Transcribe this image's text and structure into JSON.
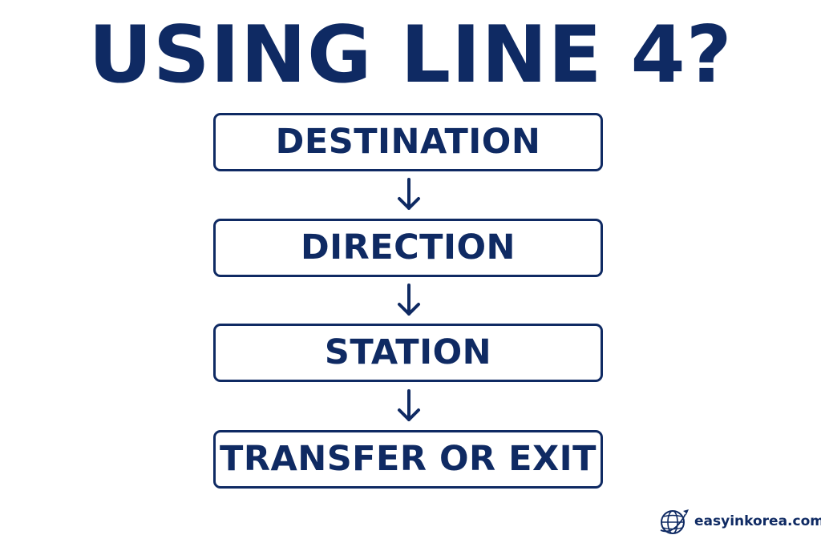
{
  "title": "USING LINE 4?",
  "steps": [
    {
      "label": "DESTINATION"
    },
    {
      "label": "DIRECTION"
    },
    {
      "label": "STATION"
    },
    {
      "label": "TRANSFER OR EXIT"
    }
  ],
  "brand": {
    "text": "easyinkorea.com",
    "logo_icon": "globe-airplane-icon"
  },
  "colors": {
    "primary": "#0f2a63",
    "background": "#ffffff"
  }
}
